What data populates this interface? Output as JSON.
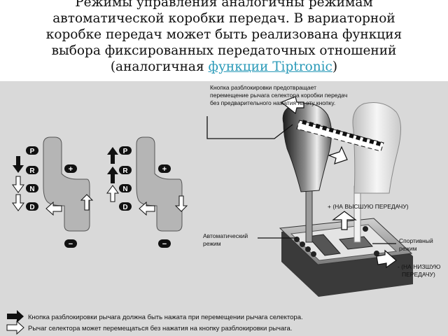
{
  "heading": {
    "line1": "Режимы управления аналогичны режимам",
    "line2": "автоматической коробки передач. В вариаторной",
    "line3": "коробке передач может быть реализована функция",
    "line4": "выбора фиксированных передаточных отношений",
    "line5_prefix": "(аналогичная ",
    "link_text": "функции Tiptronic",
    "line5_suffix": ")"
  },
  "figure": {
    "callout_top": [
      "Кнопка разблокировки предотвращает",
      "перемещение рычага селектора коробки передач",
      "без предварительного нажатия на эту кнопку."
    ],
    "label_upshift": "+ (НА ВЫСШУЮ ПЕРЕДАЧУ)",
    "label_auto": [
      "Автоматический",
      "режим"
    ],
    "label_sport": [
      "Спортивный",
      "режим"
    ],
    "label_downshift": [
      "- (НА НИЗШУЮ",
      "ПЕРЕДАЧУ)"
    ],
    "gates": {
      "p": "P",
      "r": "R",
      "n": "N",
      "d": "D",
      "plus": "+",
      "minus": "−"
    },
    "legend": {
      "filled": "Кнопка разблокировки рычага должна быть нажата при перемещении рычага селектора.",
      "hollow": "Рычаг селектора может перемещаться без нажатия на кнопку разблокировки рычага."
    },
    "colors": {
      "background": "#d9d9d9",
      "gate": "#b5b5b5",
      "link": "#2a9ab8"
    }
  }
}
